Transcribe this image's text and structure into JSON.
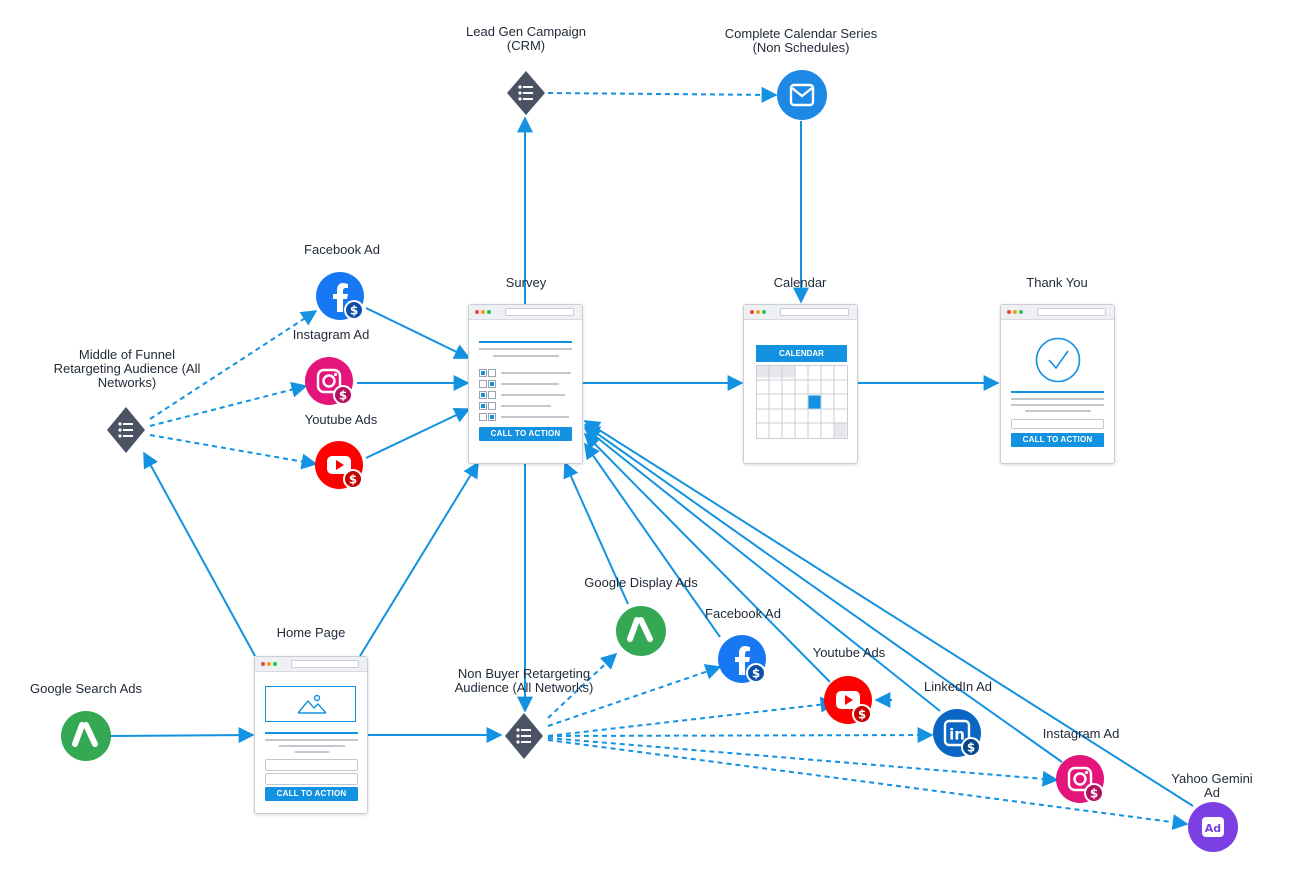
{
  "labels": {
    "lead_gen": "Lead Gen Campaign\n(CRM)",
    "calendar_series": "Complete Calendar Series\n(Non Schedules)",
    "facebook_ad_top": "Facebook Ad",
    "instagram_ad_top": "Instagram Ad",
    "youtube_ads_top": "Youtube Ads",
    "middle_funnel": "Middle of Funnel\nRetargeting Audience (All\nNetworks)",
    "survey": "Survey",
    "calendar": "Calendar",
    "thank_you": "Thank You",
    "home_page": "Home Page",
    "google_search": "Google Search Ads",
    "google_display": "Google Display Ads",
    "non_buyer": "Non Buyer Retargeting\nAudience (All Networks)",
    "facebook_ad_bottom": "Facebook Ad",
    "youtube_ads_bottom": "Youtube Ads",
    "linkedin_ad": "LinkedIn Ad",
    "instagram_ad_bottom": "Instagram Ad",
    "yahoo_gemini": "Yahoo Gemini Ad"
  },
  "pages": {
    "survey_cta": "CALL TO ACTION",
    "calendar_header": "CALENDAR",
    "thankyou_cta": "CALL TO ACTION",
    "home_cta": "CALL TO ACTION"
  },
  "icons": {
    "ad_badge": "Ad",
    "dollar": "$",
    "linkedin": "in"
  },
  "colors": {
    "connector": "#1292e0",
    "diamond": "#4a5263",
    "facebook": "#1877f2",
    "instagram": "#e4157a",
    "youtube": "#ff0000",
    "google_ads": "#34a853",
    "linkedin": "#0a66c2",
    "yahoo": "#7b3fe4",
    "email": "#1e88e5"
  }
}
